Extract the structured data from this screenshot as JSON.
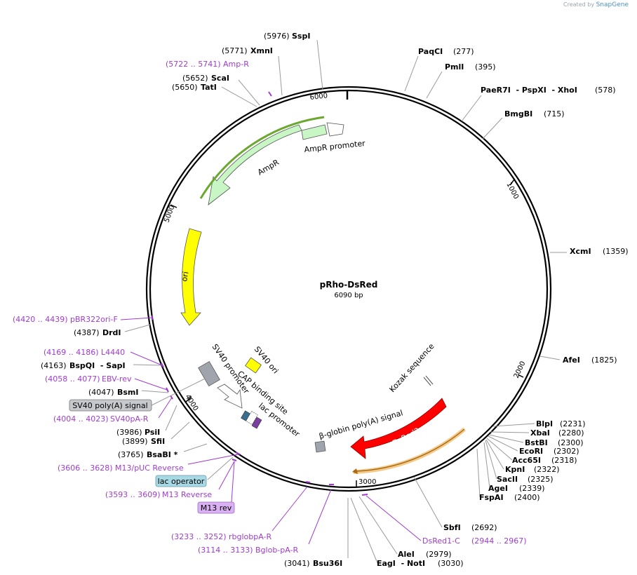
{
  "header": {
    "credit_prefix": "Created by",
    "credit_brand": "SnapGene"
  },
  "plasmid": {
    "name": "pRho-DsRed",
    "size_label": "6090 bp",
    "length": 6090
  },
  "ticks": [
    "1000",
    "2000",
    "3000",
    "4000",
    "5000",
    "6000"
  ],
  "features": [
    {
      "id": "ampr-promoter",
      "label": "AmpR promoter",
      "start": 5900,
      "end": 5795,
      "color": "#ffffff"
    },
    {
      "id": "ampr",
      "label": "AmpR",
      "start": 5795,
      "end": 4975,
      "color": "#c8f7c5"
    },
    {
      "id": "ori",
      "label": "ori",
      "start": 4800,
      "end": 4210,
      "color": "#ffff00"
    },
    {
      "id": "sv40-ori",
      "label": "SV40 ori",
      "color": "#ffff00"
    },
    {
      "id": "sv40-promoter",
      "label": "SV40 promoter",
      "color": "#ffffff"
    },
    {
      "id": "cap-site",
      "label": "CAP binding site",
      "color": "#3a6e8f"
    },
    {
      "id": "lac-promoter",
      "label": "lac promoter",
      "color": "#ffffff"
    },
    {
      "id": "lac-operator",
      "label": "lac operator",
      "color": "#7a3fa0"
    },
    {
      "id": "dsred2",
      "label": "DsRed2",
      "start": 2285,
      "end": 2960,
      "color": "#ff0000"
    },
    {
      "id": "bglobin",
      "label": "β-globin poly(A) signal",
      "color": "#a0a4ac"
    },
    {
      "id": "kozak",
      "label": "Kozak sequence",
      "color": "#ffffff"
    },
    {
      "id": "sv40-polya",
      "label": "SV40 poly(A) signal",
      "color": "#a0a4ac"
    }
  ],
  "labels": [
    {
      "name": "SspI",
      "pos": "(5976)",
      "kind": "enzyme"
    },
    {
      "name": "XmnI",
      "pos": "(5771)",
      "kind": "enzyme"
    },
    {
      "name": "Amp-R",
      "pos": "(5722 .. 5741)",
      "kind": "primer"
    },
    {
      "name": "ScaI",
      "pos": "(5652)",
      "kind": "enzyme"
    },
    {
      "name": "TatI",
      "pos": "(5650)",
      "kind": "enzyme"
    },
    {
      "name": "PaqCI",
      "pos": "(277)",
      "kind": "enzyme"
    },
    {
      "name": "PmlI",
      "pos": "(395)",
      "kind": "enzyme"
    },
    {
      "name": "PaeR7I  - PspXI  - XhoI",
      "pos": "(578)",
      "kind": "enzyme"
    },
    {
      "name": "BmgBI",
      "pos": "(715)",
      "kind": "enzyme"
    },
    {
      "name": "XcmI",
      "pos": "(1359)",
      "kind": "enzyme"
    },
    {
      "name": "AfeI",
      "pos": "(1825)",
      "kind": "enzyme"
    },
    {
      "name": "BlpI",
      "pos": "(2231)",
      "kind": "enzyme"
    },
    {
      "name": "XbaI",
      "pos": "(2280)",
      "kind": "enzyme"
    },
    {
      "name": "BstBI",
      "pos": "(2300)",
      "kind": "enzyme"
    },
    {
      "name": "EcoRI",
      "pos": "(2302)",
      "kind": "enzyme"
    },
    {
      "name": "Acc65I",
      "pos": "(2318)",
      "kind": "enzyme"
    },
    {
      "name": "KpnI",
      "pos": "(2322)",
      "kind": "enzyme"
    },
    {
      "name": "SacII",
      "pos": "(2325)",
      "kind": "enzyme"
    },
    {
      "name": "AgeI",
      "pos": "(2339)",
      "kind": "enzyme"
    },
    {
      "name": "FspAI",
      "pos": "(2400)",
      "kind": "enzyme"
    },
    {
      "name": "SbfI",
      "pos": "(2692)",
      "kind": "enzyme"
    },
    {
      "name": "DsRed1-C",
      "pos": "(2944 .. 2967)",
      "kind": "primer"
    },
    {
      "name": "AleI",
      "pos": "(2979)",
      "kind": "enzyme"
    },
    {
      "name": "EagI  - NotI",
      "pos": "(3030)",
      "kind": "enzyme"
    },
    {
      "name": "Bsu36I",
      "pos": "(3041)",
      "kind": "enzyme"
    },
    {
      "name": "Bglob-pA-R",
      "pos": "(3114 .. 3133)",
      "kind": "primer"
    },
    {
      "name": "rbglobpA-R",
      "pos": "(3233 .. 3252)",
      "kind": "primer"
    },
    {
      "name": "M13 Reverse",
      "pos": "(3593 .. 3609)",
      "kind": "primer"
    },
    {
      "name": "M13/pUC Reverse",
      "pos": "(3606 .. 3628)",
      "kind": "primer"
    },
    {
      "name": "BsaBI *",
      "pos": "(3765)",
      "kind": "enzyme"
    },
    {
      "name": "SfiI",
      "pos": "(3899)",
      "kind": "enzyme"
    },
    {
      "name": "PsiI",
      "pos": "(3986)",
      "kind": "enzyme"
    },
    {
      "name": "SV40pA-R",
      "pos": "(4004 .. 4023)",
      "kind": "primer"
    },
    {
      "name": "BsmI",
      "pos": "(4047)",
      "kind": "enzyme"
    },
    {
      "name": "EBV-rev",
      "pos": "(4058 .. 4077)",
      "kind": "primer"
    },
    {
      "name": "BspQI  - SapI",
      "pos": "(4163)",
      "kind": "enzyme"
    },
    {
      "name": "L4440",
      "pos": "(4169 .. 4186)",
      "kind": "primer"
    },
    {
      "name": "DrdI",
      "pos": "(4387)",
      "kind": "enzyme"
    },
    {
      "name": "pBR322ori-F",
      "pos": "(4420 .. 4439)",
      "kind": "primer"
    }
  ],
  "boxes": [
    {
      "id": "box-sv40polya",
      "text": "SV40 poly(A) signal",
      "fill": "#c6c8cc"
    },
    {
      "id": "box-lacop",
      "text": "lac operator",
      "fill": "#a8d8e4"
    },
    {
      "id": "box-m13rev",
      "text": "M13 rev",
      "fill": "#d9b0f2"
    }
  ],
  "colors": {
    "enzyme_text": "#000000",
    "primer_text": "#a03bd0",
    "leader_line": "#9a9a9a",
    "backbone": "#000000"
  }
}
